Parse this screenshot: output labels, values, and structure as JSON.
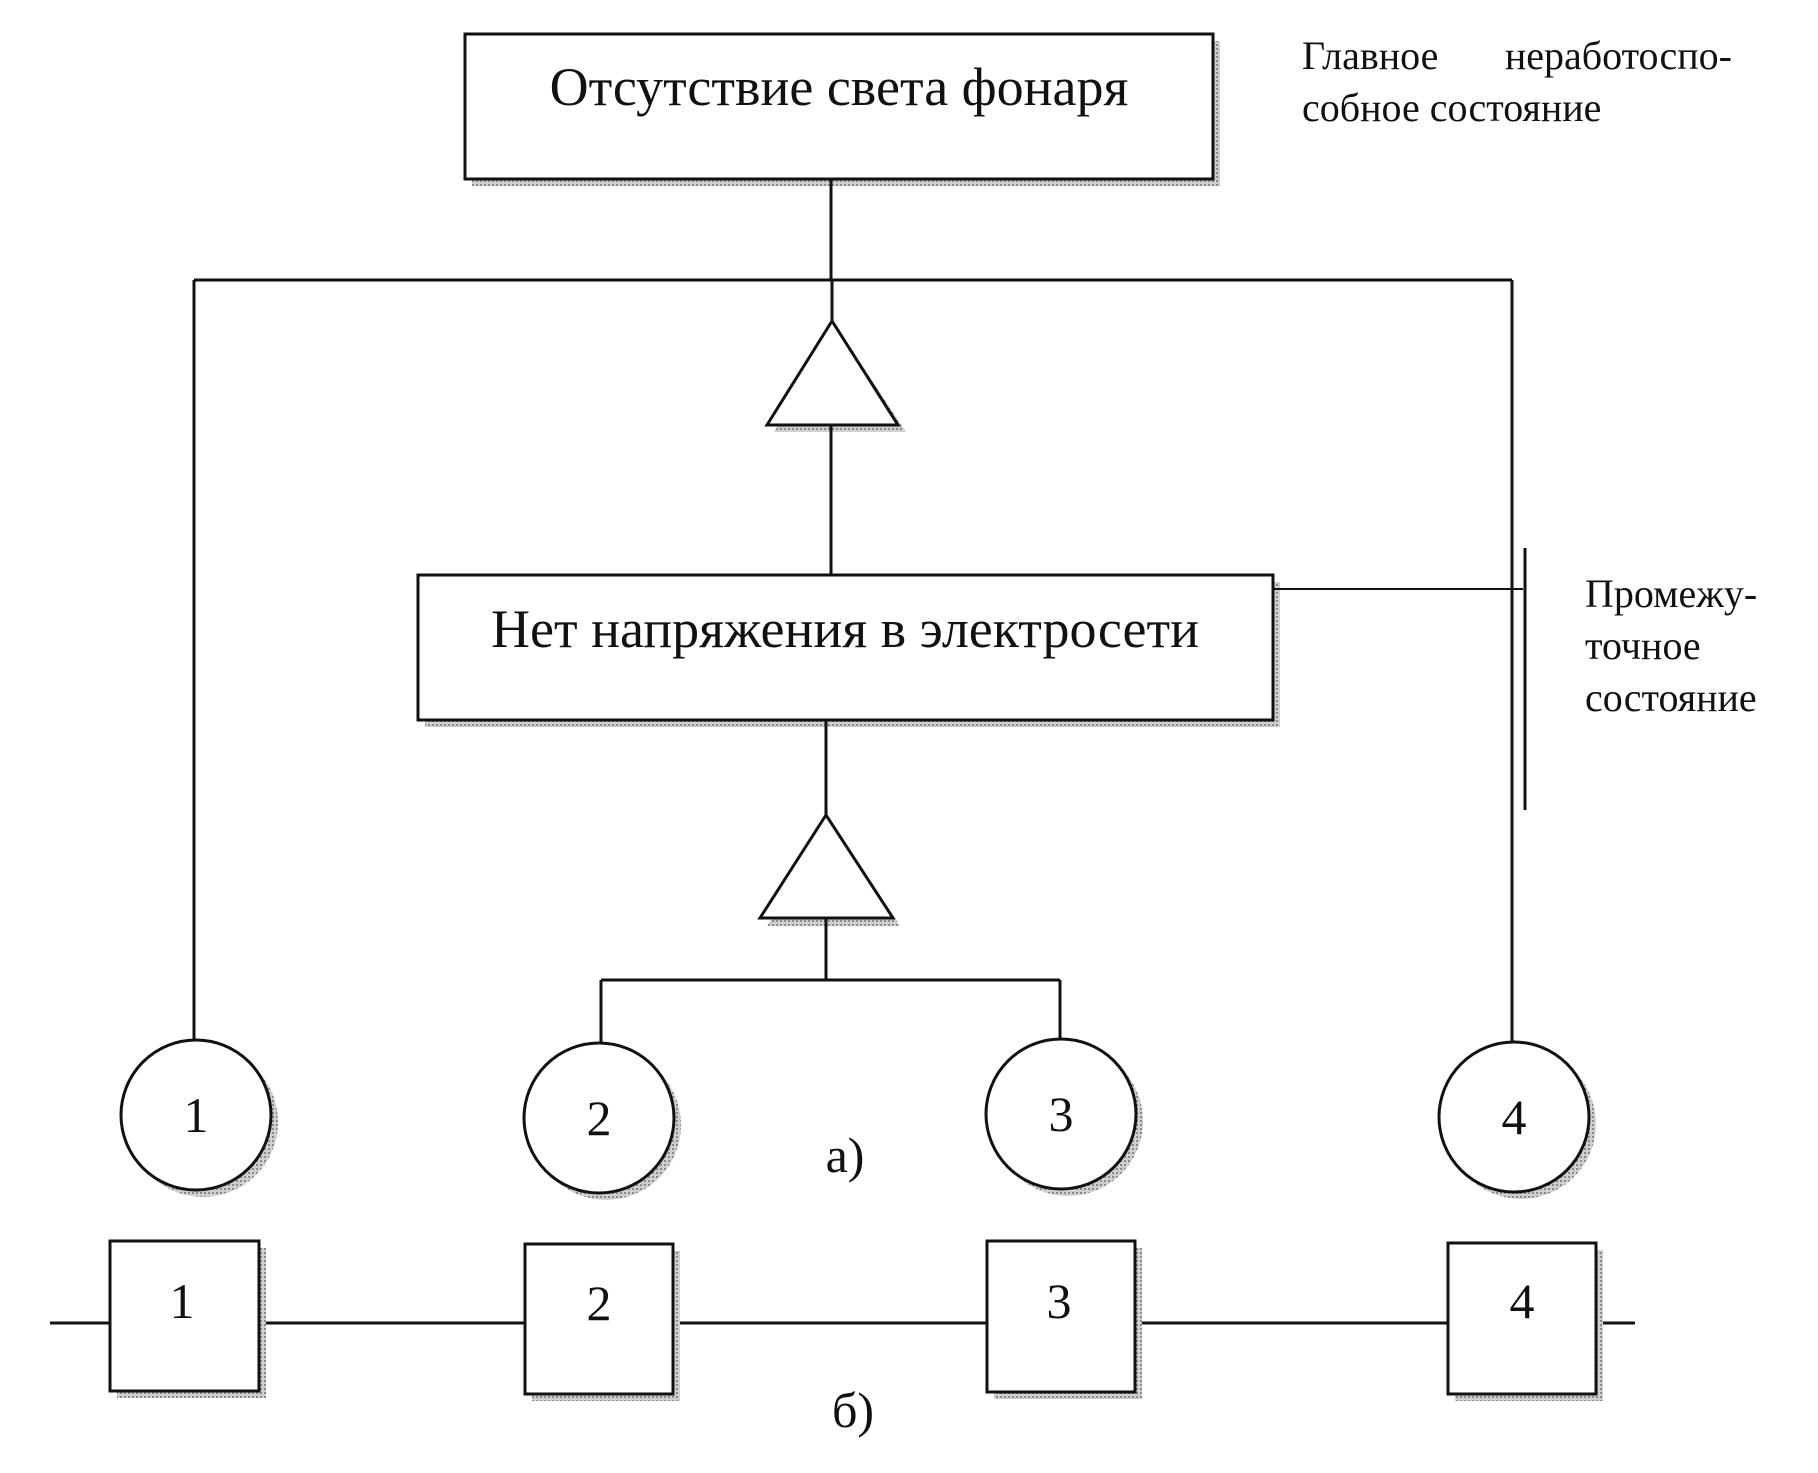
{
  "diagram": {
    "top_event": "Отсутствие света фонаря",
    "top_note": {
      "line1_a": "Главное",
      "line1_b": "неработоспо-",
      "line2": "собное состояние"
    },
    "intermediate_event": "Нет напряжения в электросети",
    "intermediate_note": {
      "line1": "Промежу-",
      "line2": "точное",
      "line3": "состояние"
    },
    "basic_events": [
      "1",
      "2",
      "3",
      "4"
    ],
    "caption_a": "а)",
    "reliability_blocks": [
      "1",
      "2",
      "3",
      "4"
    ],
    "caption_b": "б)"
  }
}
